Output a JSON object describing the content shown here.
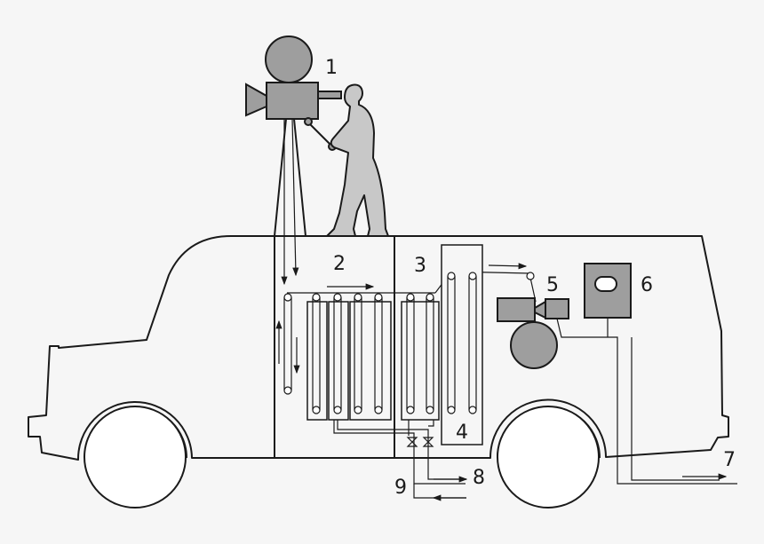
{
  "diagram": {
    "labels": [
      {
        "id": "camera",
        "text": "1"
      },
      {
        "id": "developing-section",
        "text": "2"
      },
      {
        "id": "film-path-section",
        "text": "3"
      },
      {
        "id": "drying-drum",
        "text": "4"
      },
      {
        "id": "projector",
        "text": "5"
      },
      {
        "id": "screen-unit",
        "text": "6"
      },
      {
        "id": "exhaust-outlet",
        "text": "7"
      },
      {
        "id": "chemical-outlet",
        "text": "8"
      },
      {
        "id": "chemical-inlet",
        "text": "9"
      }
    ],
    "colors": {
      "background": "#f6f6f6",
      "stroke": "#1a1a1a",
      "equipment": "#9e9e9e",
      "operator": "#c8c8c8",
      "wheel": "#ffffff"
    }
  }
}
